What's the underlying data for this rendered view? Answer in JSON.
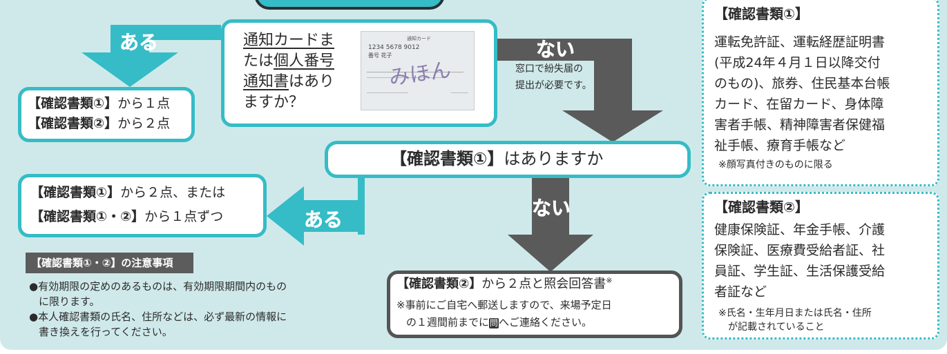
{
  "question_card": {
    "line1": "通知カードま",
    "line2": "たは個人番号",
    "line3": "通知書はあり",
    "line4": "ますか？",
    "image_label": "みほん",
    "image_title": "通知カード",
    "image_number": "1234 5678 9012",
    "image_name": "番号 花子"
  },
  "branch_top": {
    "yes_label": "ある",
    "no_label": "ない",
    "no_note_line1": "窓口で紛失届の",
    "no_note_line2": "提出が必要です。"
  },
  "result_top_left": {
    "line1_bold": "【確認書類①】",
    "line1_rest": "から１点",
    "line2_bold": "【確認書類②】",
    "line2_rest": "から２点"
  },
  "question_two": {
    "bold": "【確認書類①】",
    "rest": "はありますか"
  },
  "branch_bottom": {
    "yes_label": "ある",
    "no_label": "ない"
  },
  "result_mid_left": {
    "line1_bold": "【確認書類①】",
    "line1_rest": "から２点、または",
    "line2_bold": "【確認書類①・②】",
    "line2_rest": "から１点ずつ"
  },
  "result_bottom": {
    "bold": "【確認書類②】",
    "rest": "から２点と照会回答書",
    "mark": "※",
    "note_line1": "※事前にご自宅へ郵送しますので、来場予定日",
    "note_line2_pre": "の１週間前までに",
    "note_line2_mark": "問",
    "note_line2_post": "へご連絡ください。"
  },
  "notes": {
    "header": "【確認書類①・②】の注意事項",
    "item1_line1": "●有効期限の定めのあるものは、有効期限期間内のもの",
    "item1_line2": "に限ります。",
    "item2_line1": "●本人確認書類の氏名、住所などは、必ず最新の情報に",
    "item2_line2": "書き換えを行ってください。"
  },
  "doc1": {
    "title": "【確認書類①】",
    "lines": [
      "運転免許証、運転経歴証明書",
      "(平成24年４月１日以降交付",
      "のもの)、旅券、住民基本台帳",
      "カード、在留カード、身体障",
      "害者手帳、精神障害者保健福",
      "祉手帳、療育手帳など"
    ],
    "note": "※顔写真付きのものに限る"
  },
  "doc2": {
    "title": "【確認書類②】",
    "lines": [
      "健康保険証、年金手帳、介護",
      "保険証、医療費受給者証、社",
      "員証、学生証、生活保護受給",
      "者証など"
    ],
    "note_line1": "※氏名・生年月日または氏名・住所",
    "note_line2": "が記載されていること"
  },
  "colors": {
    "teal": "#35bcc6",
    "panel_bg": "#cfe9ea",
    "dark_arrow": "#5a5a5a"
  }
}
